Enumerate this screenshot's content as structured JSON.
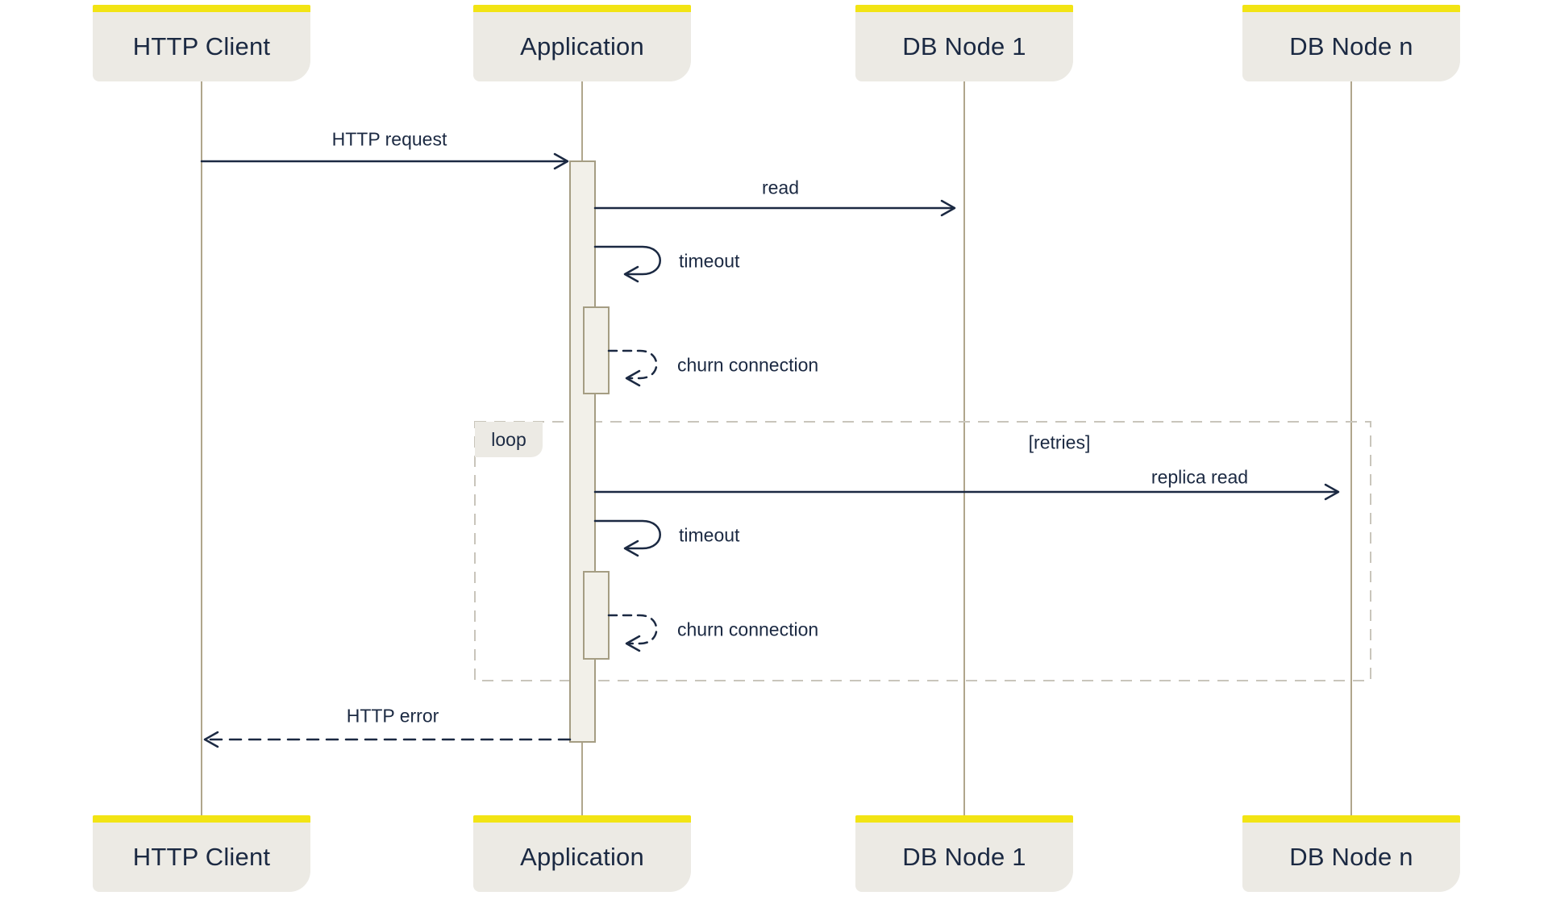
{
  "diagram_type": "uml-sequence",
  "participants": [
    {
      "name": "HTTP Client"
    },
    {
      "name": "Application"
    },
    {
      "name": "DB Node 1"
    },
    {
      "name": "DB Node n"
    }
  ],
  "messages": {
    "http_request": "HTTP request",
    "read": "read",
    "timeout_first": "timeout",
    "churn_first": "churn connection",
    "replica_read": "replica read",
    "timeout_retry": "timeout",
    "churn_retry": "churn connection",
    "http_error": "HTTP error"
  },
  "loop_frame": {
    "operator": "loop",
    "condition": "[retries]"
  },
  "colors": {
    "accent_yellow": "#f2e414",
    "ink_navy": "#1b2942",
    "lifeline_tan": "#b0a68c",
    "activation_fill": "#f2f0e9",
    "activation_border": "#a59d83",
    "participant_fill": "#eceae4",
    "loop_border": "#c9c5bb",
    "background": "#ffffff"
  }
}
